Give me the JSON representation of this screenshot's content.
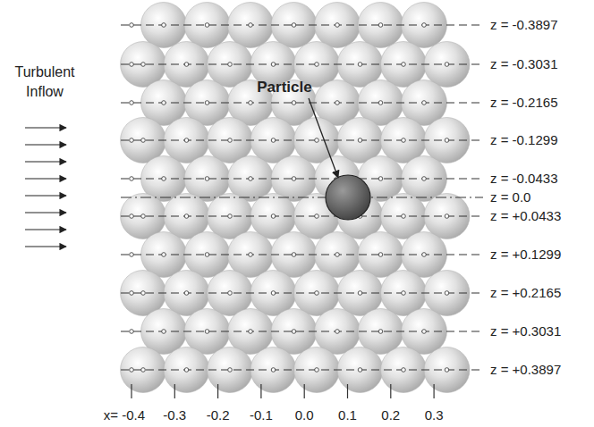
{
  "diagram": {
    "labels": [
      "Turbulent Inflow",
      "Particle",
      "z = -0.3897",
      "z = -0.3031",
      "z = -0.2165",
      "z = -0.1299",
      "z = -0.0433",
      "z = 0.0",
      "z = +0.0433",
      "z = +0.1299",
      "z = +0.2165",
      "z = +0.3031",
      "z = +0.3897",
      "x= -0.4",
      "-0.3",
      "-0.2",
      "-0.1",
      "0.0",
      "0.1",
      "0.2",
      "0.3"
    ]
  }
}
